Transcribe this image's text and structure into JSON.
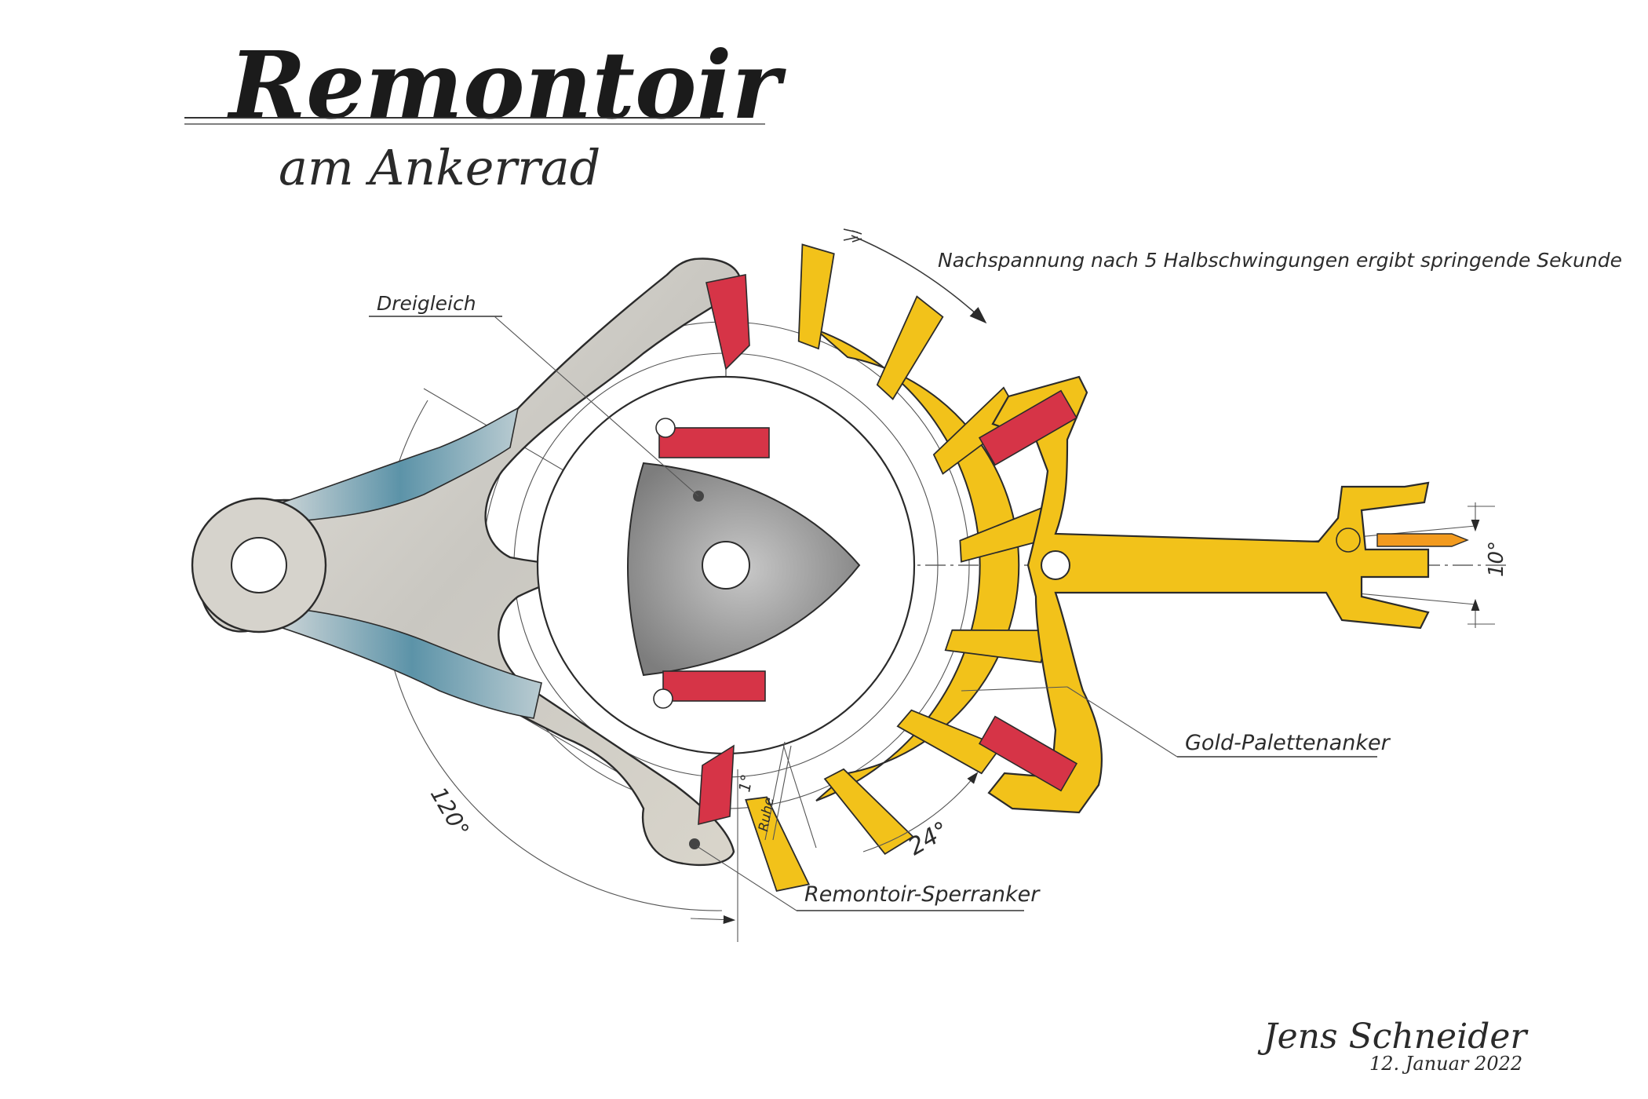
{
  "title": "Remontoir",
  "subtitle": "am Ankerrad",
  "caption": "Nachspannung nach 5 Halbschwingungen ergibt springende Sekunde",
  "labels": {
    "dreigleich": "Dreigleich",
    "gold_palettenanker": "Gold-Palettenanker",
    "remontoir_sperranker": "Remontoir-Sperranker"
  },
  "dimensions": {
    "angle_10": "10°",
    "angle_24": "24°",
    "angle_120": "120°",
    "angle_1": "1°",
    "ruhe": "Ruhe"
  },
  "signature": "Jens Schneider",
  "date": "12. Januar 2022",
  "colors": {
    "gold_anchor": "#f2c21a",
    "pallet_red": "#d63447",
    "silver_frame": "#cfcfcf",
    "blue_spring": "#5c93a8",
    "triangle_grey": "#9a9a9a",
    "arrow_orange": "#f29a1e"
  }
}
